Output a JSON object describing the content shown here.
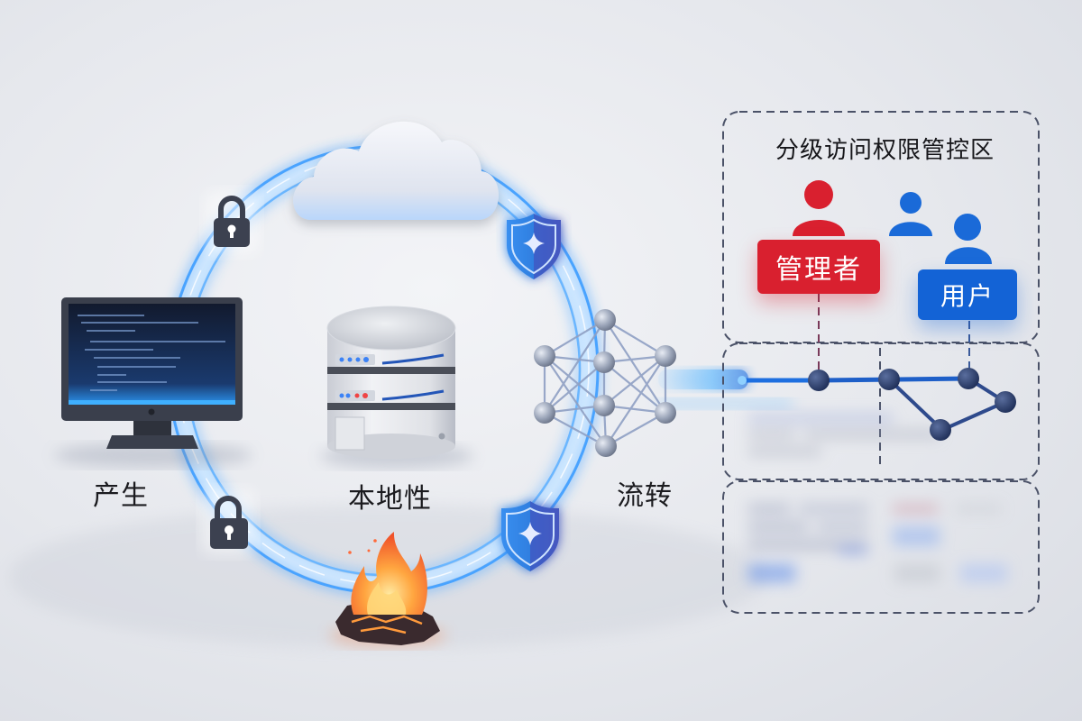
{
  "diagram": {
    "stages": [
      {
        "id": "generate",
        "label": "产生",
        "icon": "monitor-icon"
      },
      {
        "id": "locality",
        "label": "本地性",
        "icon": "server-database-icon"
      },
      {
        "id": "circulation",
        "label": "流转",
        "icon": "network-mesh-icon"
      }
    ],
    "ring_icons": {
      "top": "cloud-icon",
      "top_left": "padlock-icon",
      "bottom_left": "padlock-icon",
      "top_right": "shield-star-icon",
      "bottom_right": "shield-star-icon",
      "bottom": "fire-destroy-icon"
    },
    "access_zone": {
      "title": "分级访问权限管控区",
      "roles": [
        {
          "label": "管理者",
          "color": "#d9202f",
          "icon": "admin-user-icon"
        },
        {
          "label": "用户",
          "color": "#1363d6",
          "icon": "user-group-icon"
        }
      ]
    },
    "colors": {
      "ring_glow": "#5aa8ff",
      "node": "#2e4272",
      "beam": "#1e6fe0",
      "shield": "#2f7fe0",
      "lock": "#3c4150"
    }
  }
}
